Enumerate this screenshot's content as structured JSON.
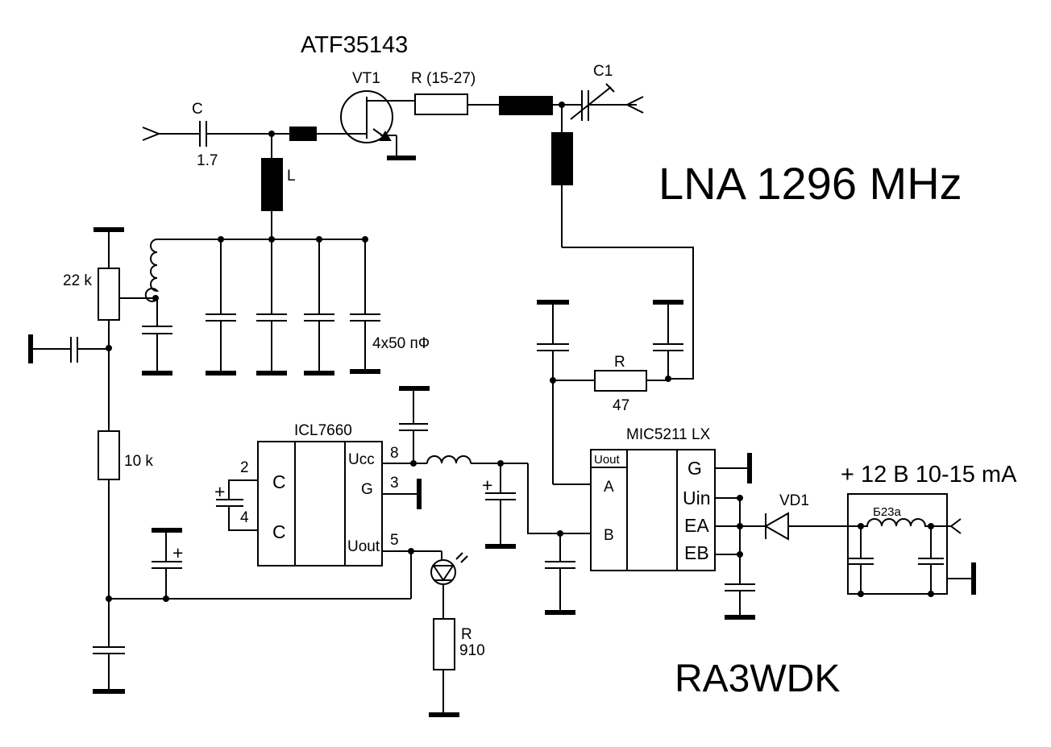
{
  "schematic": {
    "title": "LNA 1296 MHz",
    "author": "RA3WDK",
    "supply": "+ 12 В 10-15 mA",
    "labels": {
      "transistor_part": "ATF35143",
      "transistor_ref": "VT1",
      "series_r": "R (15-27)",
      "c1": "C1",
      "c_in": "C",
      "c_in_value": "1.7",
      "inductor_l": "L",
      "r_22k": "22 k",
      "caps_4x50": "4x50 пФ",
      "r_10k": "10 k",
      "r_47_ref": "R",
      "r_47_value": "47",
      "icl_part": "ICL7660",
      "icl_pin_c1": "C",
      "icl_pin_c2": "C",
      "icl_pin_ucc": "Ucc",
      "icl_pin_g": "G",
      "icl_pin_uout": "Uout",
      "icl_num_2": "2",
      "icl_num_4": "4",
      "icl_num_8": "8",
      "icl_num_3": "3",
      "icl_num_5": "5",
      "mic_part": "MIC5211 LX",
      "mic_pin_uout": "Uout",
      "mic_pin_a": "A",
      "mic_pin_b": "B",
      "mic_pin_g": "G",
      "mic_pin_uin": "Uin",
      "mic_pin_ea": "EA",
      "mic_pin_eb": "EB",
      "vd1": "VD1",
      "choke": "Б23а",
      "r_910_ref": "R",
      "r_910_value": "910",
      "plus_a": "+",
      "plus_b": "+",
      "plus_c": "+"
    }
  }
}
